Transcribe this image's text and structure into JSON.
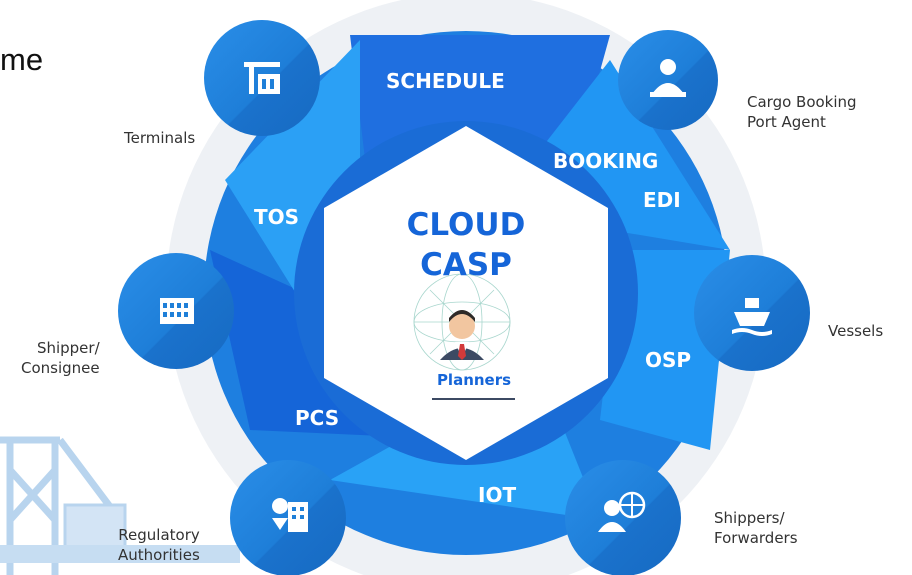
{
  "header_fragment": "me",
  "center": {
    "title_line1": "CLOUD",
    "title_line2": "CASP",
    "subtitle": "Planners"
  },
  "segments": {
    "schedule": "SCHEDULE",
    "booking": "BOOKING",
    "edi": "EDI",
    "tos": "TOS",
    "osp": "OSP",
    "pcs": "PCS",
    "iot": "IOT"
  },
  "nodes": [
    {
      "id": "terminals",
      "icon": "crane-icon",
      "label_lines": [
        "Terminals"
      ]
    },
    {
      "id": "cargo-booking",
      "icon": "agent-desk-icon",
      "label_lines": [
        "Cargo Booking",
        "Port Agent"
      ]
    },
    {
      "id": "vessels",
      "icon": "ship-icon",
      "label_lines": [
        "Vessels"
      ]
    },
    {
      "id": "shippers-forwarders",
      "icon": "person-globe-icon",
      "label_lines": [
        "Shippers/",
        "Forwarders"
      ]
    },
    {
      "id": "regulatory",
      "icon": "building-pin-icon",
      "label_lines": [
        "Regulatory",
        "Authorities"
      ]
    },
    {
      "id": "shipper-consignee",
      "icon": "warehouse-icon",
      "label_lines": [
        "Shipper/",
        "Consignee"
      ]
    }
  ],
  "colors": {
    "ring_dark": "#1565D8",
    "ring_light": "#2B9BF4",
    "node": "#1E7FD8",
    "center_text": "#1565D8",
    "crane": "#B8D4EE"
  }
}
